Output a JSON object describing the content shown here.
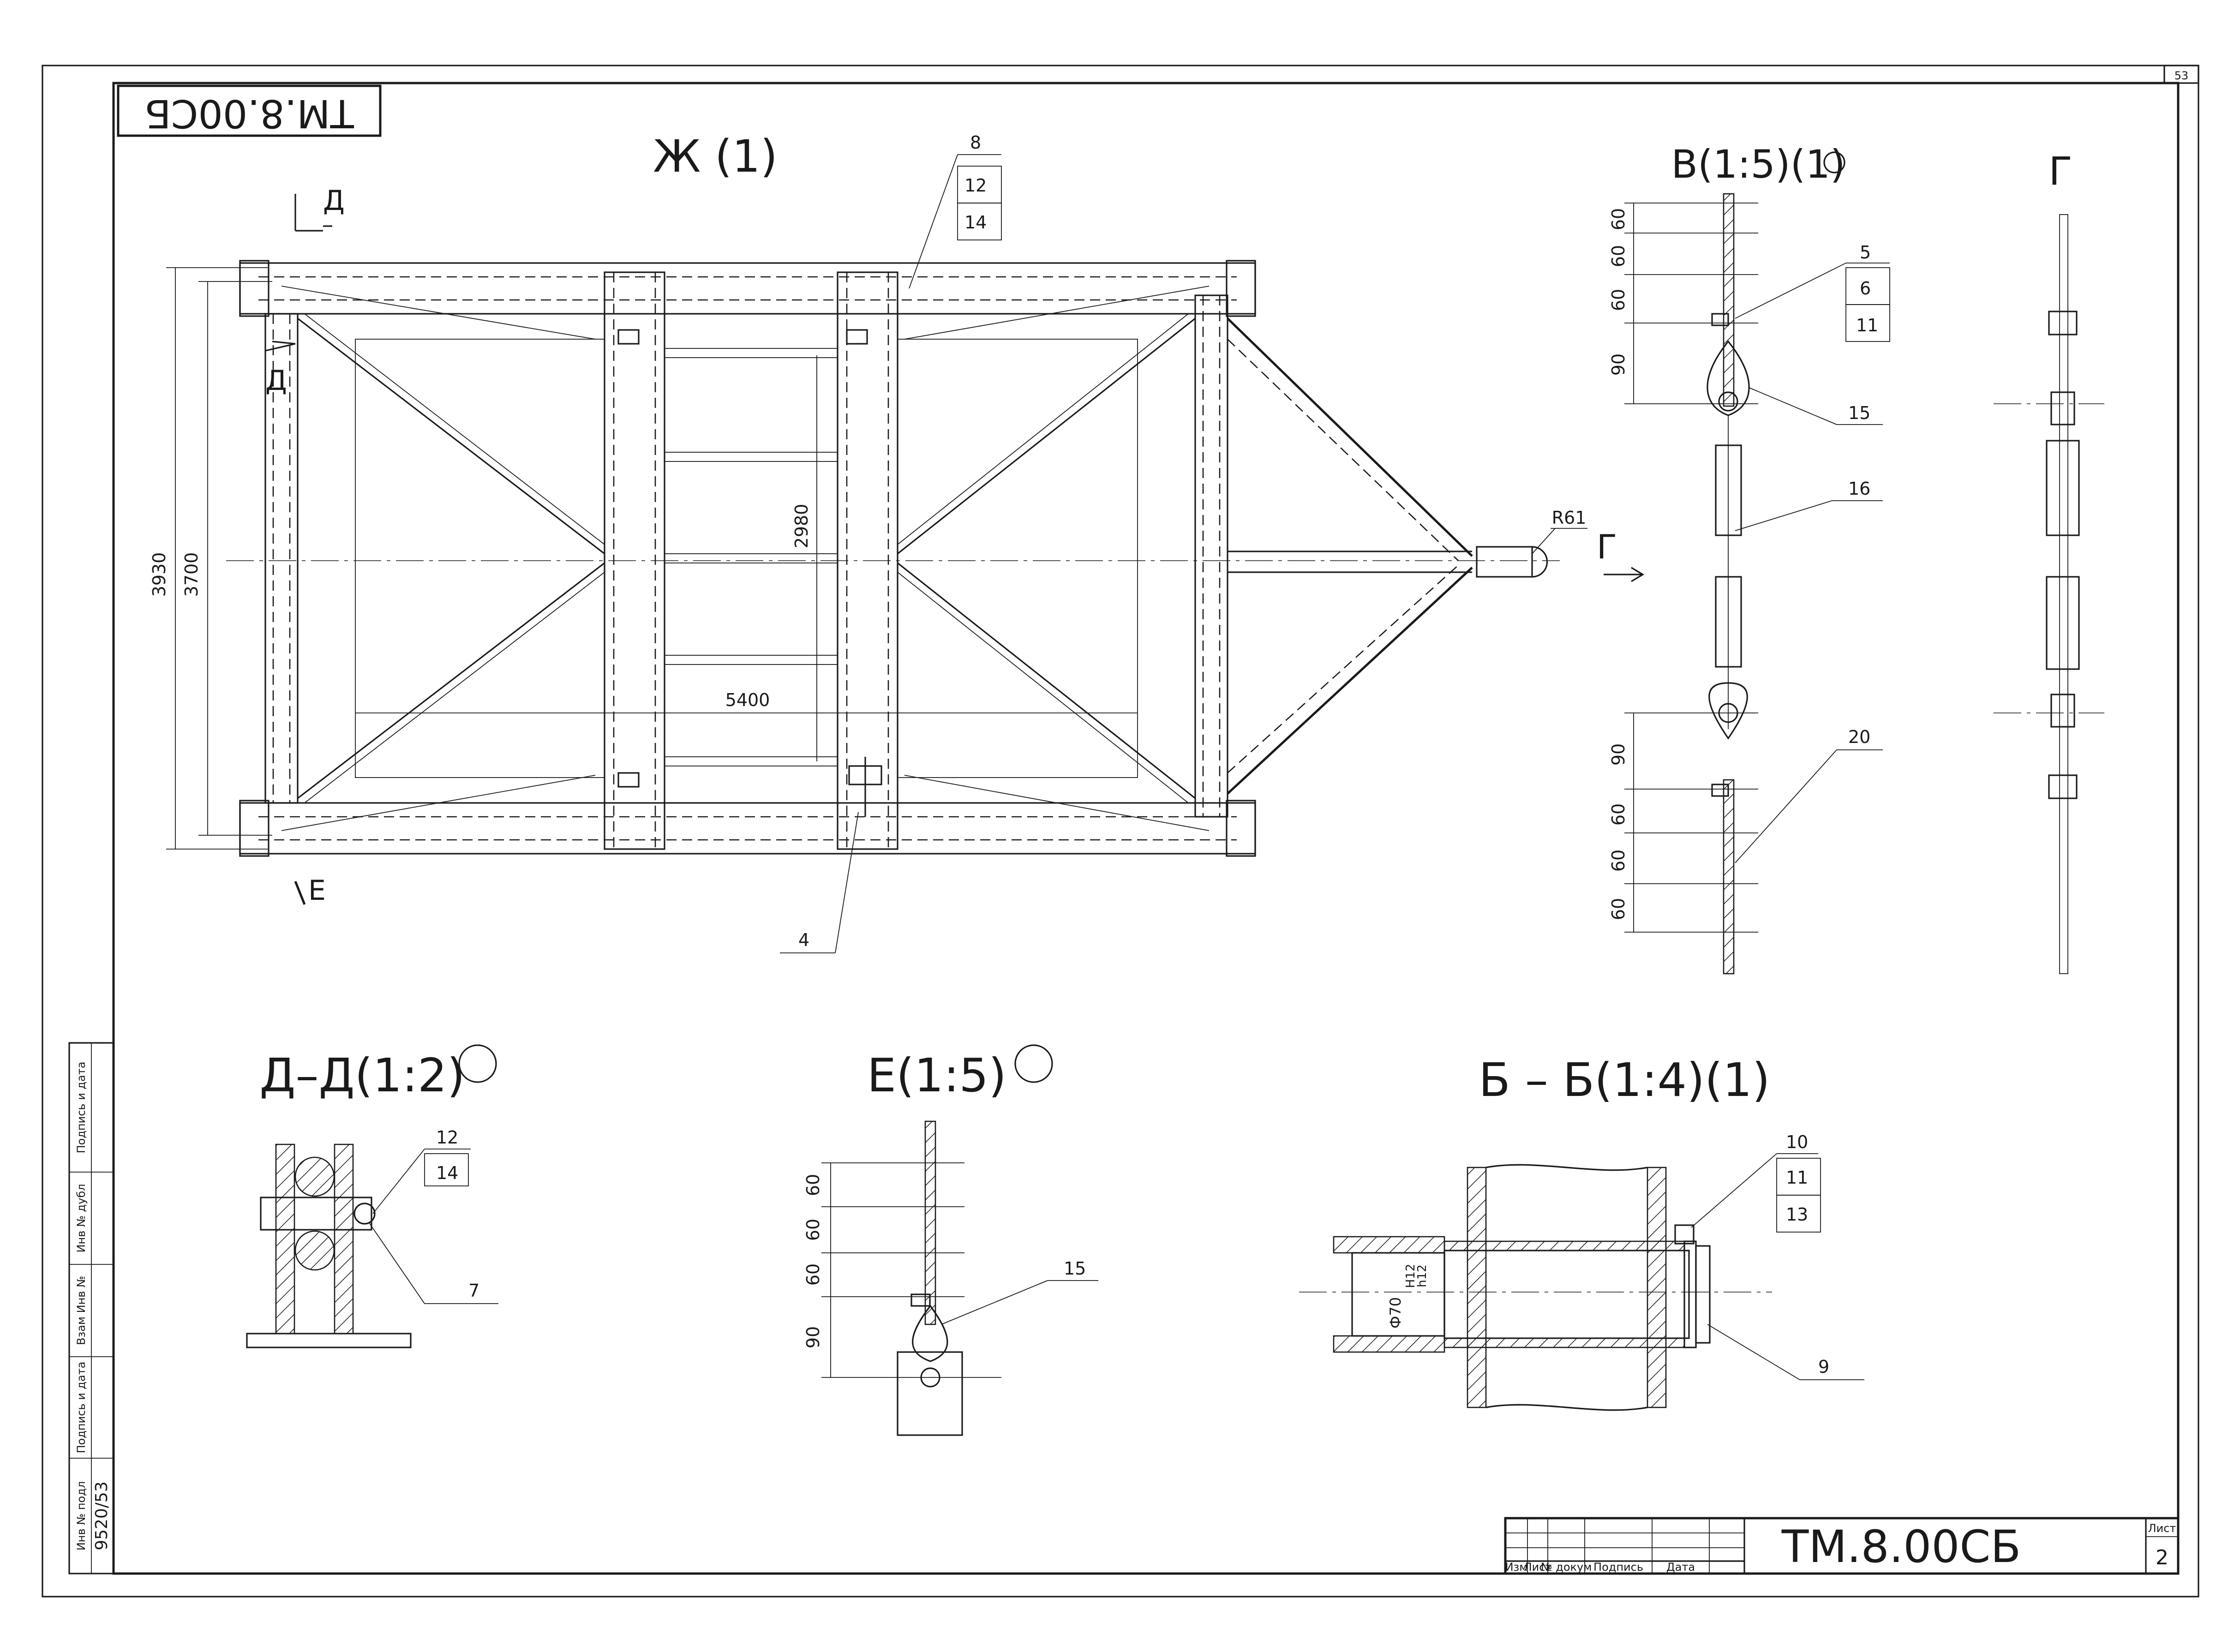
{
  "sheet_number_corner": "53",
  "drawing_code_rotated": "ТМ.8.00СБ",
  "drawing_code": "ТМ.8.00СБ",
  "sheet_label": "Лист",
  "sheet_value": "2",
  "title_block": {
    "izm": "Изм",
    "list": "Лист",
    "doc": "№ докум",
    "sign": "Подпись",
    "date": "Дата"
  },
  "side_stamp": {
    "inv_podl": "Инв № подл",
    "podpis_data_1": "Подпись и дата",
    "vzam_inv": "Взам Инв №",
    "inv_dubl": "Инв № дубл",
    "podpis_data_2": "Подпись и дата",
    "number": "9520/53"
  },
  "views": {
    "main": {
      "title": "Ж (1)",
      "dims": {
        "height_outer": "3930",
        "height_inner": "3700",
        "inner_span": "2980",
        "length": "5400",
        "radius": "R61"
      },
      "section_marks": {
        "d_top": "Д",
        "d_left": "Д",
        "e": "Е",
        "g": "Г"
      },
      "callouts": [
        "8",
        "12",
        "14",
        "4"
      ]
    },
    "view_v": {
      "title": "В(1:5)(1)",
      "dims_top": [
        "60",
        "60",
        "60",
        "90"
      ],
      "dims_bottom": [
        "90",
        "60",
        "60",
        "60"
      ],
      "callouts": [
        "5",
        "6",
        "11",
        "15",
        "16",
        "20"
      ]
    },
    "view_g": {
      "title": "Г"
    },
    "view_dd": {
      "title": "Д–Д(1:2)",
      "callouts": [
        "12",
        "14",
        "7"
      ]
    },
    "view_e": {
      "title": "Е(1:5)",
      "dims": [
        "60",
        "60",
        "60",
        "90"
      ],
      "callouts": [
        "15"
      ]
    },
    "view_bb": {
      "title": "Б – Б(1:4)(1)",
      "dims": {
        "diam": "Ф70",
        "fit_top": "H12",
        "fit_bottom": "h12"
      },
      "callouts": [
        "10",
        "11",
        "13",
        "9"
      ]
    }
  }
}
